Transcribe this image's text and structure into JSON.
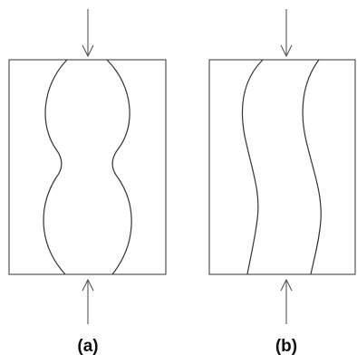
{
  "figure": {
    "panels": [
      {
        "id": "a",
        "label": "(a)",
        "shape": "barrel (hourglass) profile"
      },
      {
        "id": "b",
        "label": "(b)",
        "shape": "S-shaped profile"
      }
    ],
    "line_color": "#333333"
  }
}
